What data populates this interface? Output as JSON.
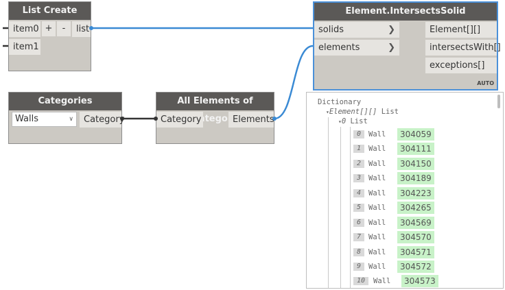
{
  "nodes": {
    "list_create": {
      "title": "List Create",
      "inputs": [
        "item0",
        "item1"
      ],
      "add": "+",
      "remove": "-",
      "output": "list"
    },
    "intersects": {
      "title": "Element.IntersectsSolid",
      "inputs": [
        "solids",
        "elements"
      ],
      "outputs": [
        "Element[][]",
        "intersectsWith[]",
        "exceptions[]"
      ],
      "mode": "AUTO"
    },
    "categories": {
      "title": "Categories",
      "selected": "Walls",
      "output": "Category"
    },
    "all_elements": {
      "title": "All Elements of Category",
      "input": "Category",
      "output": "Elements"
    }
  },
  "watch": {
    "root": "Dictionary",
    "key_type": "Element[][]",
    "key_label": "List",
    "list_index": "0",
    "list_label": "List",
    "rows": [
      {
        "index": "0",
        "type": "Wall",
        "id": "304059"
      },
      {
        "index": "1",
        "type": "Wall",
        "id": "304111"
      },
      {
        "index": "2",
        "type": "Wall",
        "id": "304150"
      },
      {
        "index": "3",
        "type": "Wall",
        "id": "304189"
      },
      {
        "index": "4",
        "type": "Wall",
        "id": "304223"
      },
      {
        "index": "5",
        "type": "Wall",
        "id": "304265"
      },
      {
        "index": "6",
        "type": "Wall",
        "id": "304569"
      },
      {
        "index": "7",
        "type": "Wall",
        "id": "304570"
      },
      {
        "index": "8",
        "type": "Wall",
        "id": "304571"
      },
      {
        "index": "9",
        "type": "Wall",
        "id": "304572"
      },
      {
        "index": "10",
        "type": "Wall",
        "id": "304573"
      }
    ]
  },
  "colors": {
    "header": "#5b5957",
    "wire": "#3a8ad4",
    "selection": "#4a90d9",
    "value_bg": "#c8f2c8"
  }
}
